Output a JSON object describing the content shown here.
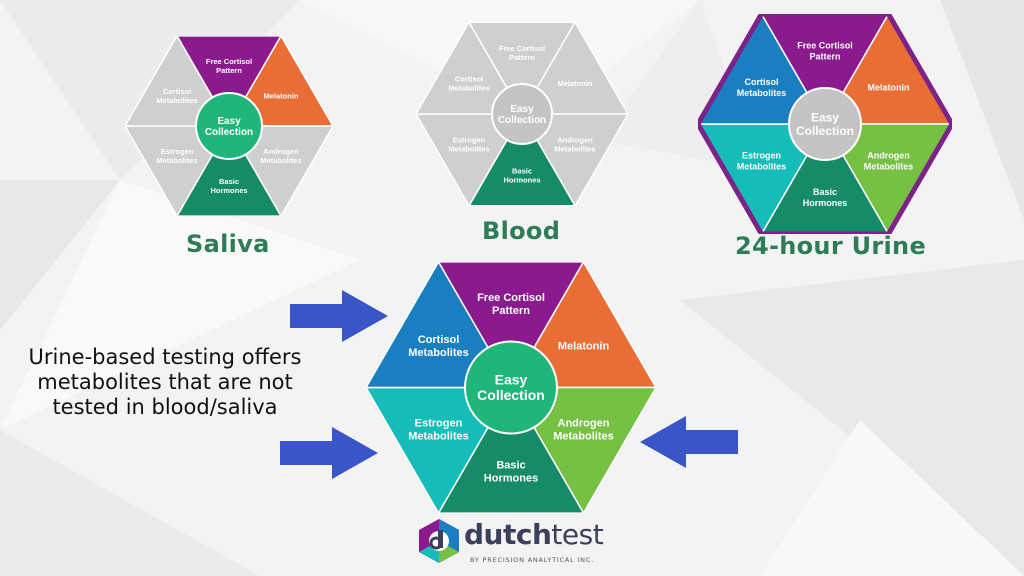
{
  "colors": {
    "free_cortisol": "#8b1a8e",
    "melatonin": "#e86e36",
    "androgen": "#76c043",
    "basic": "#168b68",
    "estrogen": "#15bcb8",
    "cortisol_metab": "#1a7fc1",
    "center": "#20b67a",
    "gray_segment": "#cfcfcf",
    "gray_center": "#c4c4c4",
    "urine_border": "#7d2288",
    "caption": "#2f7d57",
    "arrow": "#3a55c8"
  },
  "segments": {
    "free_cortisol": "Free Cortisol Pattern",
    "melatonin": "Melatonin",
    "androgen": "Androgen Metabolites",
    "basic": "Basic Hormones",
    "estrogen": "Estrogen Metabolites",
    "cortisol_metab": "Cortisol Metabolites",
    "center": "Easy Collection"
  },
  "diagrams": [
    {
      "id": "saliva",
      "caption": "Saliva",
      "active": [
        "free_cortisol",
        "melatonin",
        "basic"
      ],
      "center_active": true,
      "border": false
    },
    {
      "id": "blood",
      "caption": "Blood",
      "active": [
        "basic"
      ],
      "center_active": false,
      "border": false
    },
    {
      "id": "urine",
      "caption": "24-hour Urine",
      "active": [
        "free_cortisol",
        "melatonin",
        "androgen",
        "basic",
        "estrogen",
        "cortisol_metab"
      ],
      "center_active": false,
      "border": true
    },
    {
      "id": "main",
      "caption": "",
      "active": [
        "free_cortisol",
        "melatonin",
        "androgen",
        "basic",
        "estrogen",
        "cortisol_metab"
      ],
      "center_active": true,
      "border": false
    }
  ],
  "note": "Urine-based testing offers metabolites that are not tested in blood/saliva",
  "logo": {
    "word1": "dutch",
    "word2": "test",
    "tagline": "BY PRECISION ANALYTICAL INC."
  },
  "icons": [
    "arrow-right-icon",
    "arrow-right-icon",
    "arrow-left-icon",
    "dutch-logo-icon"
  ]
}
